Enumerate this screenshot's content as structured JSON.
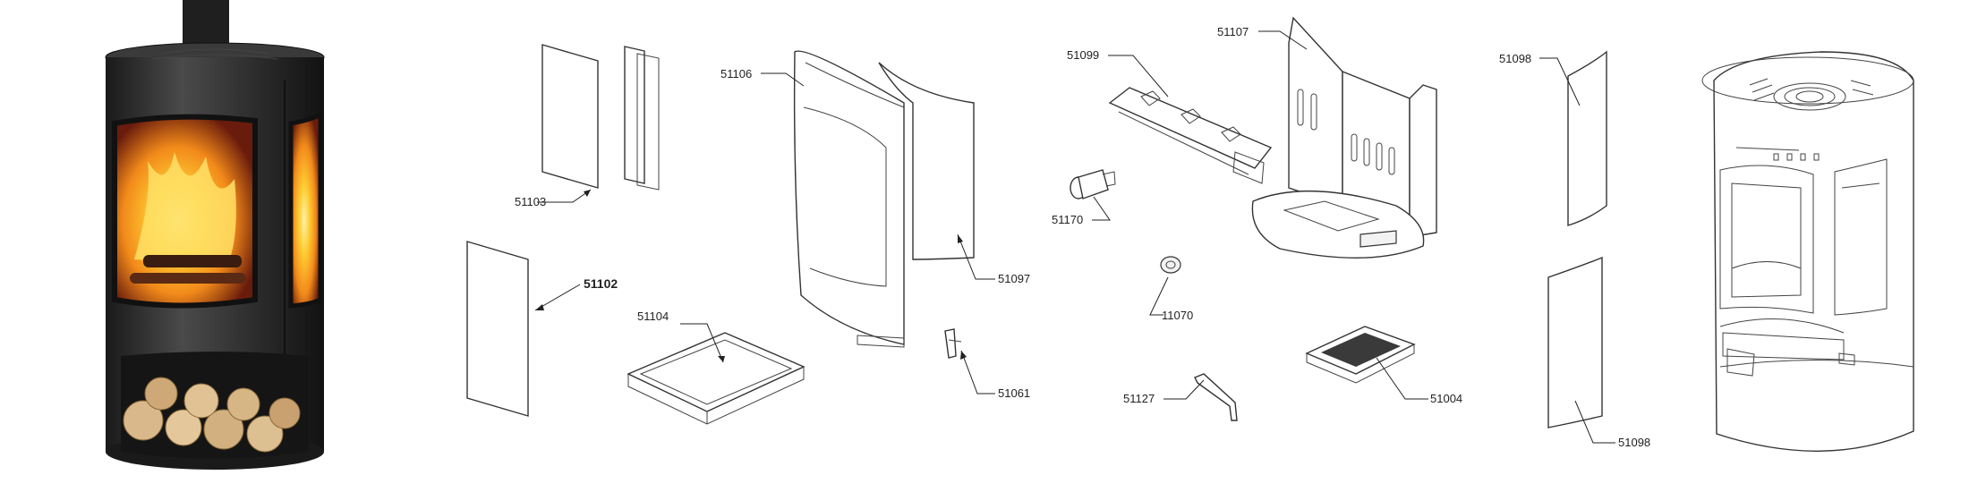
{
  "colors": {
    "stove_body": "#2b2b2b",
    "stove_highlight": "#4a4a4a",
    "fire_core": "#ffcc33",
    "fire_mid": "#f28a1a",
    "fire_outer": "#c3421a",
    "wood": "#d9b98c",
    "line": "#222222"
  },
  "labels": {
    "p51103": "51103",
    "p51102": "51102",
    "p51104": "51104",
    "p51106": "51106",
    "p51097": "51097",
    "p51061": "51061",
    "p51099": "51099",
    "p51107": "51107",
    "p51170": "51170",
    "p11070": "11070",
    "p51127": "51127",
    "p51004": "51004",
    "p51098_top": "51098",
    "p51098_bottom": "51098"
  }
}
